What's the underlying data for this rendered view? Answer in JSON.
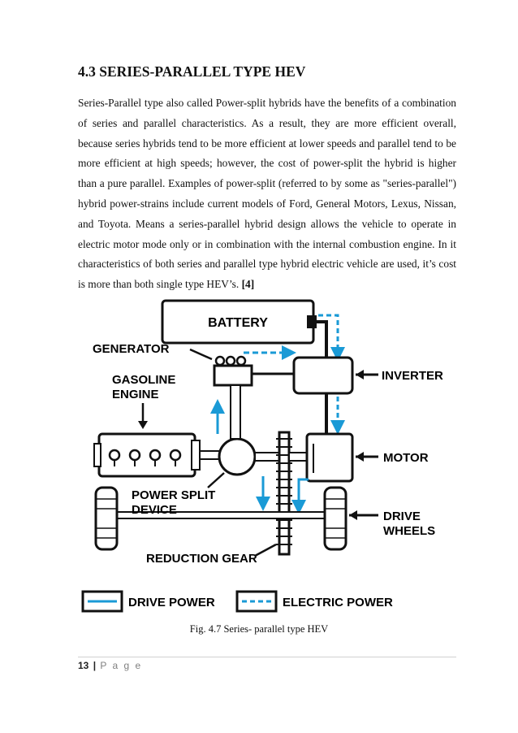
{
  "heading": "4.3 SERIES-PARALLEL TYPE HEV",
  "paragraph": {
    "text": "Series-Parallel type also called Power-split hybrids have the benefits of a combination of series and parallel characteristics. As a result, they are more efficient overall, because series hybrids tend to be more efficient at lower speeds and parallel tend to be more efficient at high speeds; however, the cost of power-split the hybrid is higher than a pure parallel. Examples of power-split (referred to by some as \"series-parallel\") hybrid power-strains include current models of Ford, General Motors, Lexus, Nissan, and Toyota. Means a series-parallel hybrid design allows the vehicle to operate in electric motor mode only or in combination with the internal combustion engine. In it characteristics of both series and parallel type hybrid electric vehicle are used, it’s cost is more than both single type HEV’s.",
    "reference": "[4]"
  },
  "figure": {
    "labels": {
      "battery": "BATTERY",
      "generator": "GENERATOR",
      "gasoline_engine_1": "GASOLINE",
      "gasoline_engine_2": "ENGINE",
      "inverter": "INVERTER",
      "motor": "MOTOR",
      "power_split_1": "POWER SPLIT",
      "power_split_2": "DEVICE",
      "drive_wheels_1": "DRIVE",
      "drive_wheels_2": "WHEELS",
      "reduction_gear": "REDUCTION GEAR"
    },
    "legend": {
      "drive_power": "DRIVE POWER",
      "electric_power": "ELECTRIC POWER"
    },
    "colors": {
      "line": "#111111",
      "power": "#1a9ad6"
    }
  },
  "caption": "Fig. 4.7 Series- parallel type HEV",
  "footer": {
    "page_number": "13",
    "separator": "|",
    "page_word": "P a g e"
  }
}
